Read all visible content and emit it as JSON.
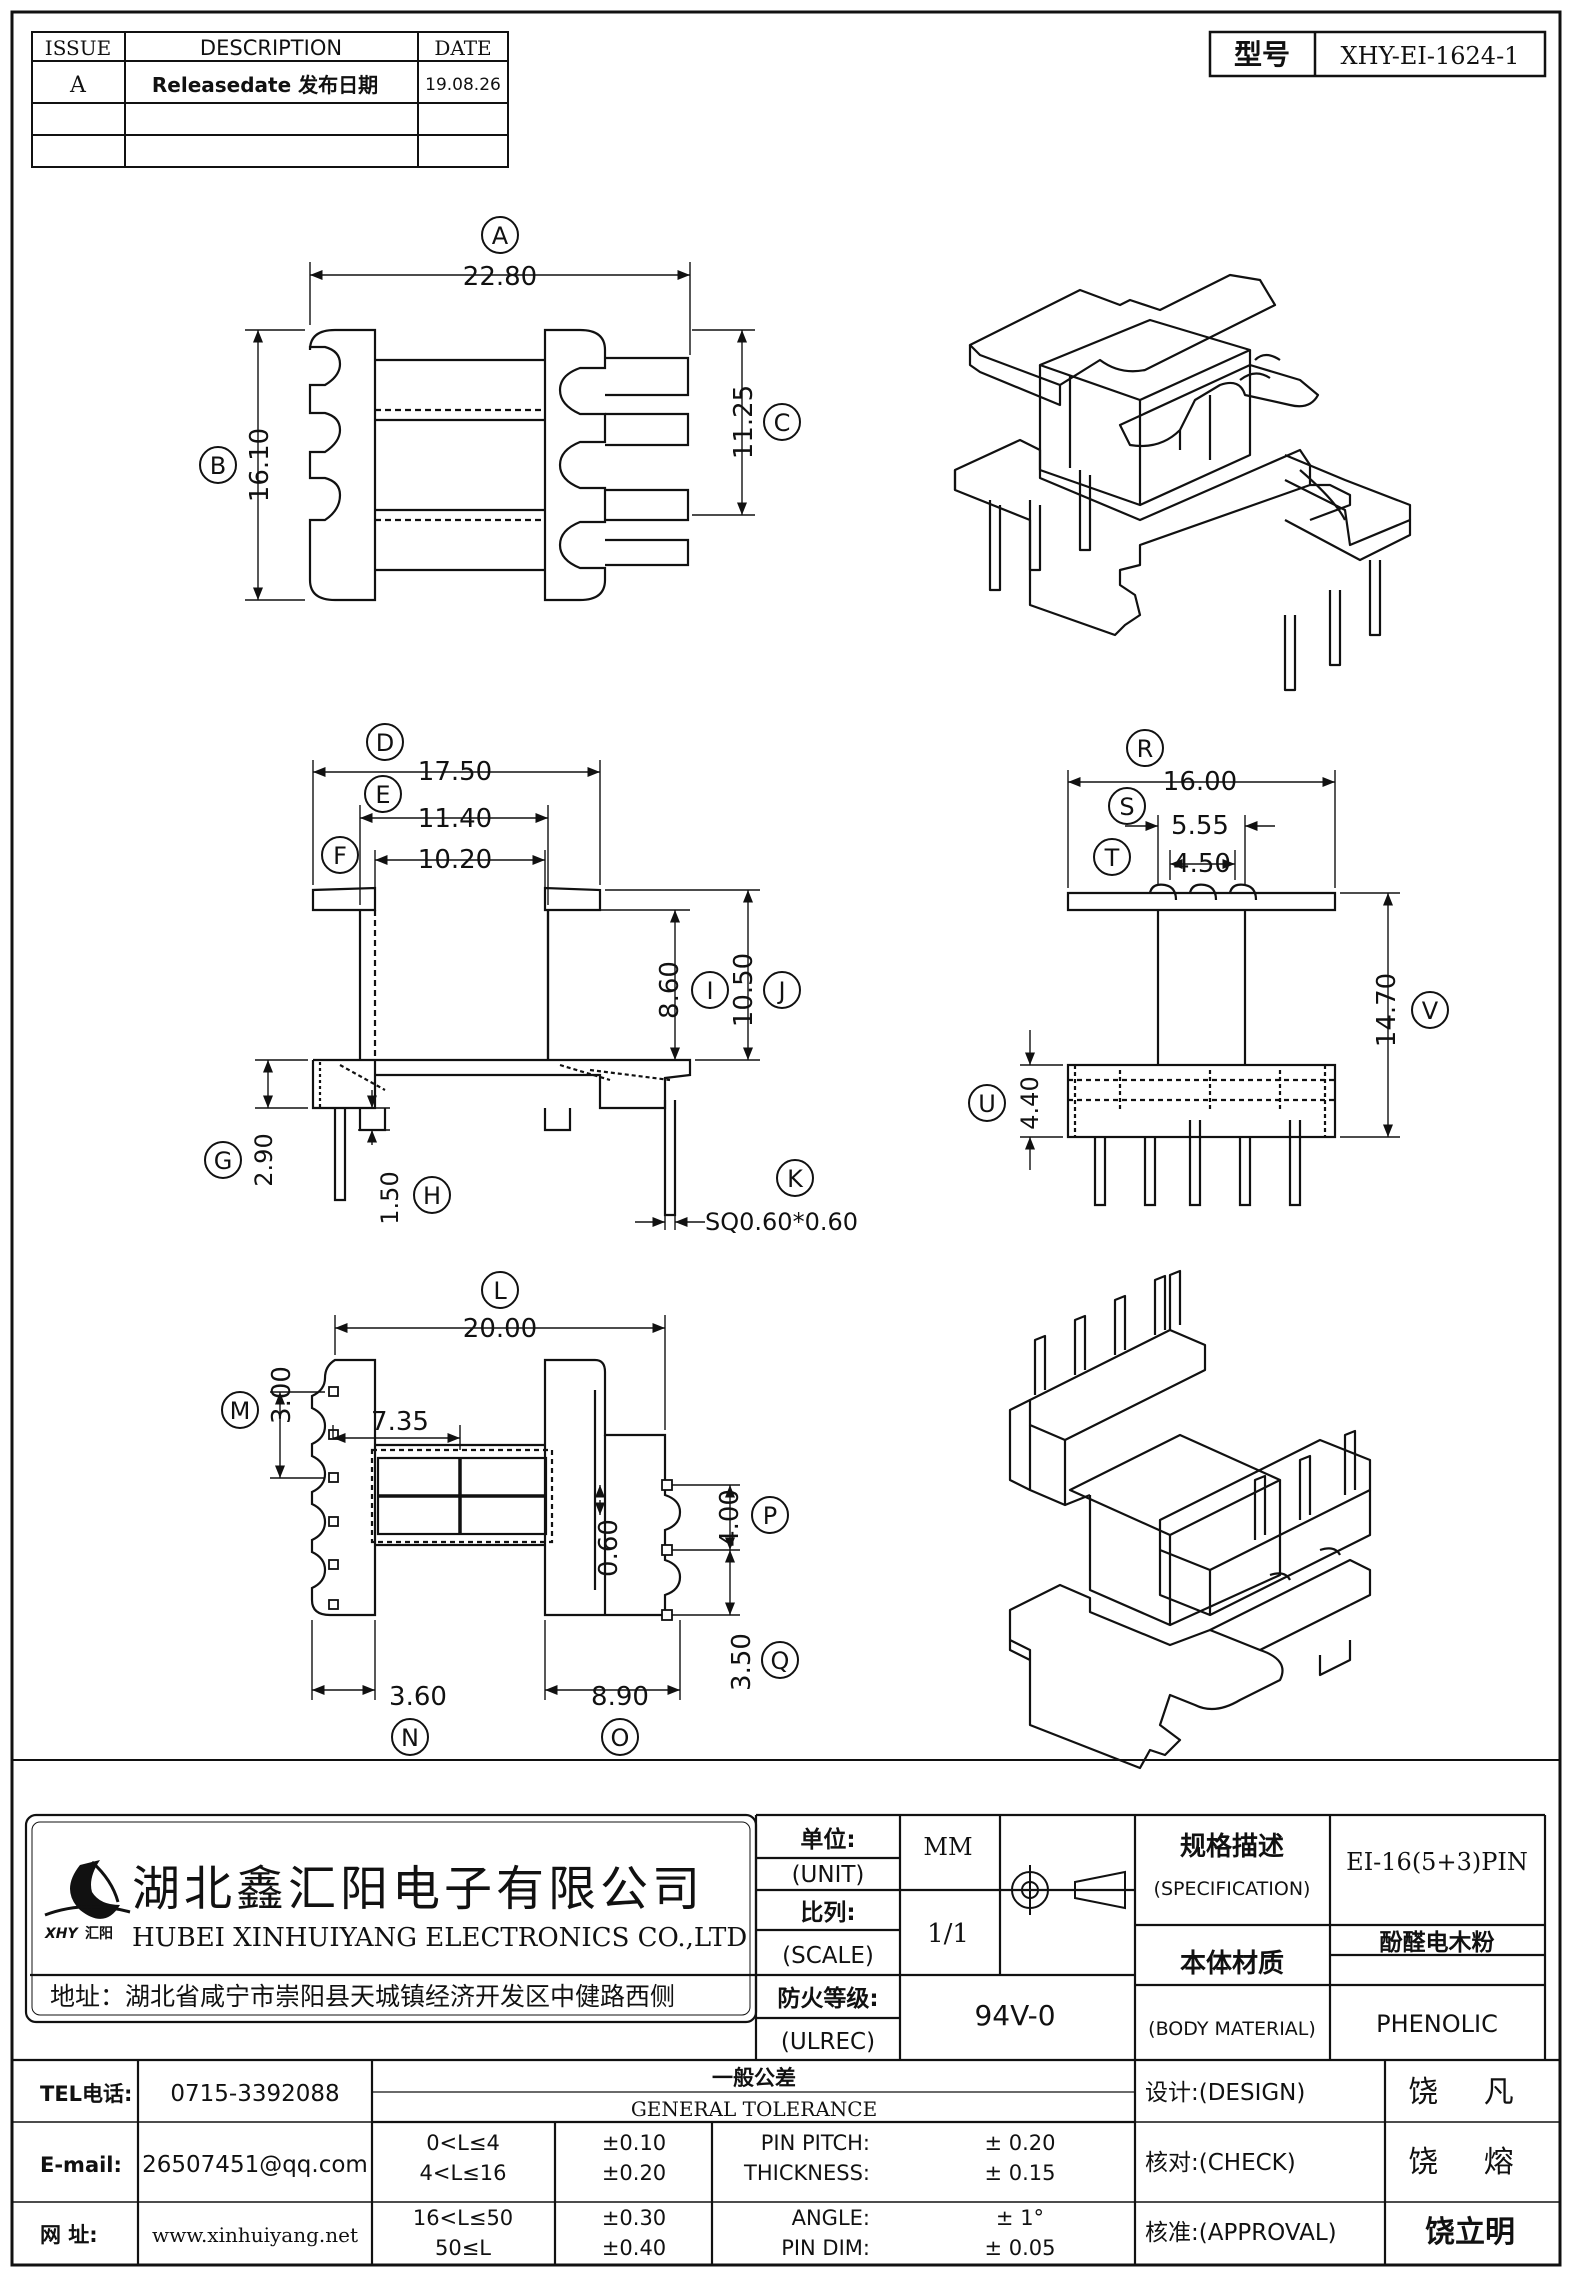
{
  "revision": {
    "headers": [
      "ISSUE",
      "DESCRIPTION",
      "DATE"
    ],
    "rows": [
      [
        "A",
        "Releasedate 发布日期",
        "19.08.26"
      ],
      [
        "",
        "",
        ""
      ],
      [
        "",
        "",
        ""
      ]
    ]
  },
  "model": {
    "label": "型号",
    "value": "XHY-EI-1624-1"
  },
  "dimensions": {
    "A": "22.80",
    "B": "16.10",
    "C": "11.25",
    "D": "17.50",
    "E": "11.40",
    "F": "10.20",
    "G": "2.90",
    "H": "1.50",
    "I": "8.60",
    "J": "10.50",
    "K": "SQ0.60*0.60",
    "L": "20.00",
    "M": "3.00",
    "M2": "7.35",
    "N": "3.60",
    "O": "8.90",
    "P": "4.00",
    "P2": "0.60",
    "Q": "3.50",
    "R": "16.00",
    "S": "5.55",
    "T": "4.50",
    "U": "4.40",
    "V": "14.70"
  },
  "company": {
    "name_cn": "湖北鑫汇阳电子有限公司",
    "name_en": "HUBEI XINHUIYANG ELECTRONICS CO.,LTD",
    "logo_text": "汇阳",
    "address": "地址：湖北省咸宁市崇阳县天城镇经济开发区中健路西侧"
  },
  "specs": {
    "unit_cn": "单位:",
    "unit_en": "(UNIT)",
    "unit_value": "MM",
    "scale_cn": "比列:",
    "scale_en": "(SCALE)",
    "scale_value": "1/1",
    "ulrec_cn": "防火等级:",
    "ulrec_en": "(ULREC)",
    "ulrec_value": "94V-0",
    "spec_cn": "规格描述",
    "spec_en": "(SPECIFICATION)",
    "spec_value": "EI-16(5+3)PIN",
    "material_cn": "本体材质",
    "material_en": "(BODY MATERIAL)",
    "material_value_cn": "酚醛电木粉",
    "material_value_en": "PHENOLIC"
  },
  "contact": {
    "tel_label": "TEL电话:",
    "tel": "0715-3392088",
    "email_label": "E-mail:",
    "email": "26507451@qq.com",
    "web_label": "网 址:",
    "web": "www.xinhuiyang.net"
  },
  "tolerance": {
    "title_cn": "一般公差",
    "title_en": "GENERAL TOLERANCE",
    "rows": [
      {
        "range": "0<L≤4",
        "tol": "±0.10",
        "item": "PIN PITCH:",
        "value": "± 0.20"
      },
      {
        "range": "4<L≤16",
        "tol": "±0.20",
        "item": "THICKNESS:",
        "value": "± 0.15"
      },
      {
        "range": "16<L≤50",
        "tol": "±0.30",
        "item": "ANGLE:",
        "value": "± 1°"
      },
      {
        "range": "50≤L",
        "tol": "±0.40",
        "item": "PIN DIM:",
        "value": "± 0.05"
      }
    ]
  },
  "approval": {
    "design_label": "设计:(DESIGN)",
    "design_name": "饶 凡",
    "check_label": "核对:(CHECK)",
    "check_name": "饶 熔",
    "approval_label": "核准:(APPROVAL)",
    "approval_name": "饶立明"
  }
}
